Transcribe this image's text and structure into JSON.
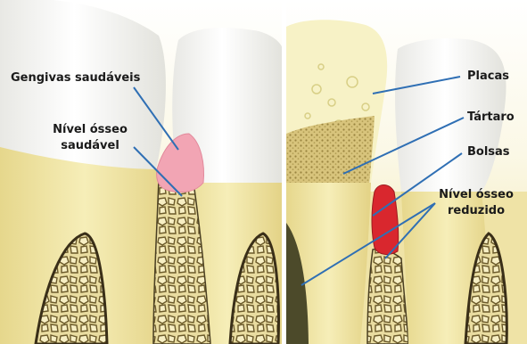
{
  "colors": {
    "enamel": "#f7f7f5",
    "dentin": "#f0e7a9",
    "gum_healthy": "#f0a0b0",
    "gum_inflamed": "#d9272e",
    "bone": "#e9dca0",
    "bone_outline": "#4a3f22",
    "plaque": "#f6f1b0",
    "tartar": "#c8b46a",
    "pointer_line": "#2f6fb4",
    "divider": "#ffffff"
  },
  "left_panel": {
    "labels": {
      "healthy_gums": "Gengivas saudáveis",
      "healthy_bone_line1": "Nível ósseo",
      "healthy_bone_line2": "saudável"
    }
  },
  "right_panel": {
    "labels": {
      "plaque": "Placas",
      "tartar": "Tártaro",
      "pockets": "Bolsas",
      "reduced_bone_line1": "Nível ósseo",
      "reduced_bone_line2": "reduzido"
    }
  }
}
